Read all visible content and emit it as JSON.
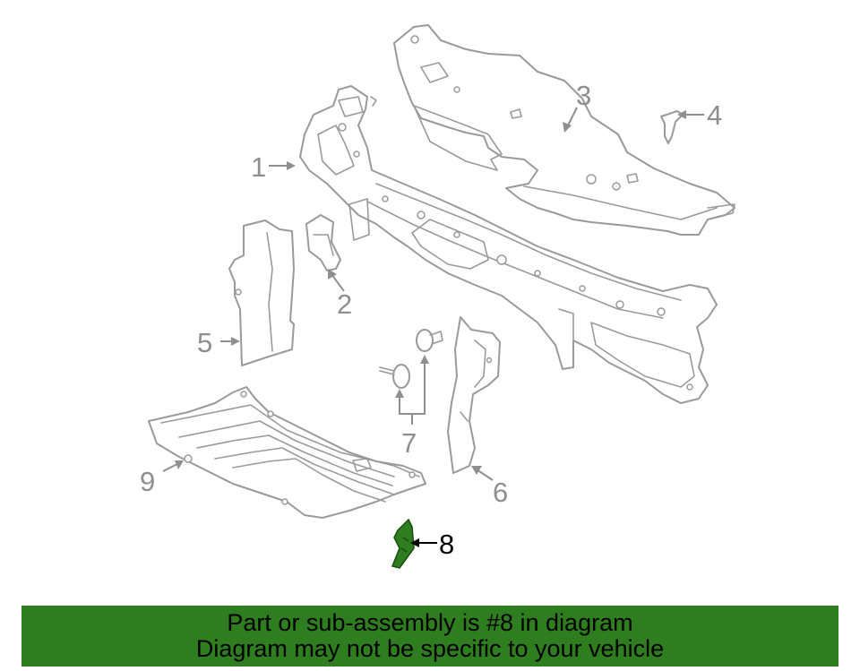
{
  "callouts": {
    "c1": "1",
    "c2": "2",
    "c3": "3",
    "c4": "4",
    "c5": "5",
    "c6": "6",
    "c7": "7",
    "c8": "8",
    "c9": "9"
  },
  "banner": {
    "line1": "Part or sub-assembly is #8 in diagram",
    "line2": "Diagram may not be specific to your vehicle"
  },
  "colors": {
    "highlight": "#2e7d1e",
    "line_art": "#9a9a9a"
  },
  "highlighted_part": "8"
}
